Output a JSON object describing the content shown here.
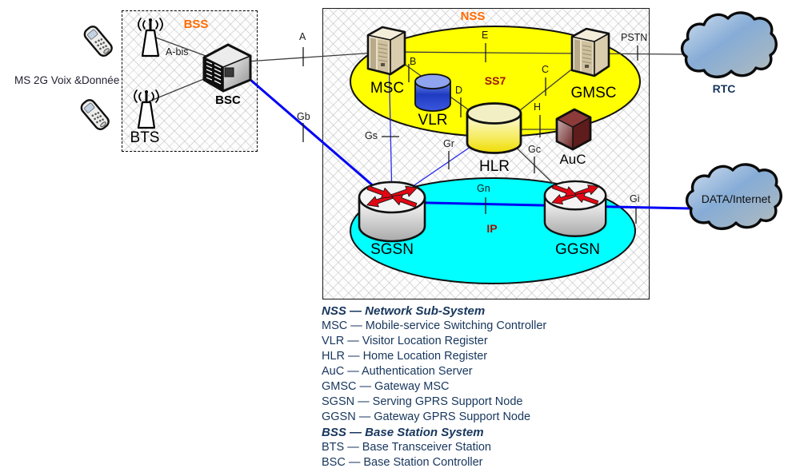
{
  "colors": {
    "orange_label": "#FF6A00",
    "dark_red_label": "#9C1500",
    "ss7_fill": "#FFFF00",
    "ip_fill": "#00FFFF",
    "legend_text": "#17365D",
    "blue_line": "#0000F5",
    "line_black": "#3C3C3C"
  },
  "diagram": {
    "ms_label": "MS 2G Voix &Donnée",
    "bss": {
      "title": "BSS",
      "bts": "BTS",
      "bsc": "BSC"
    },
    "nss": {
      "title": "NSS",
      "ss7": "SS7",
      "ip": "IP",
      "msc": "MSC",
      "vlr": "VLR",
      "hlr": "HLR",
      "auc": "AuC",
      "gmsc": "GMSC",
      "sgsn": "SGSN",
      "ggsn": "GGSN"
    },
    "clouds": {
      "rtc": "RTC",
      "data": "DATA/Internet"
    },
    "interfaces": {
      "a_bis": "A-bis",
      "a": "A",
      "b": "B",
      "c": "C",
      "d": "D",
      "e": "E",
      "h": "H",
      "pstn": "PSTN",
      "gb": "Gb",
      "gs": "Gs",
      "gr": "Gr",
      "gc": "Gc",
      "gn": "Gn",
      "gi": "Gi"
    }
  },
  "legend": {
    "items": [
      "NSS — Network Sub-System",
      "MSC — Mobile-service Switching Controller",
      "VLR — Visitor Location Register",
      "HLR — Home Location Register",
      "AuC — Authentication Server",
      "GMSC — Gateway MSC",
      "SGSN — Serving GPRS Support Node",
      "GGSN — Gateway GPRS Support Node",
      "BSS — Base Station System",
      "BTS — Base Transceiver Station",
      "BSC — Base Station Controller"
    ]
  }
}
